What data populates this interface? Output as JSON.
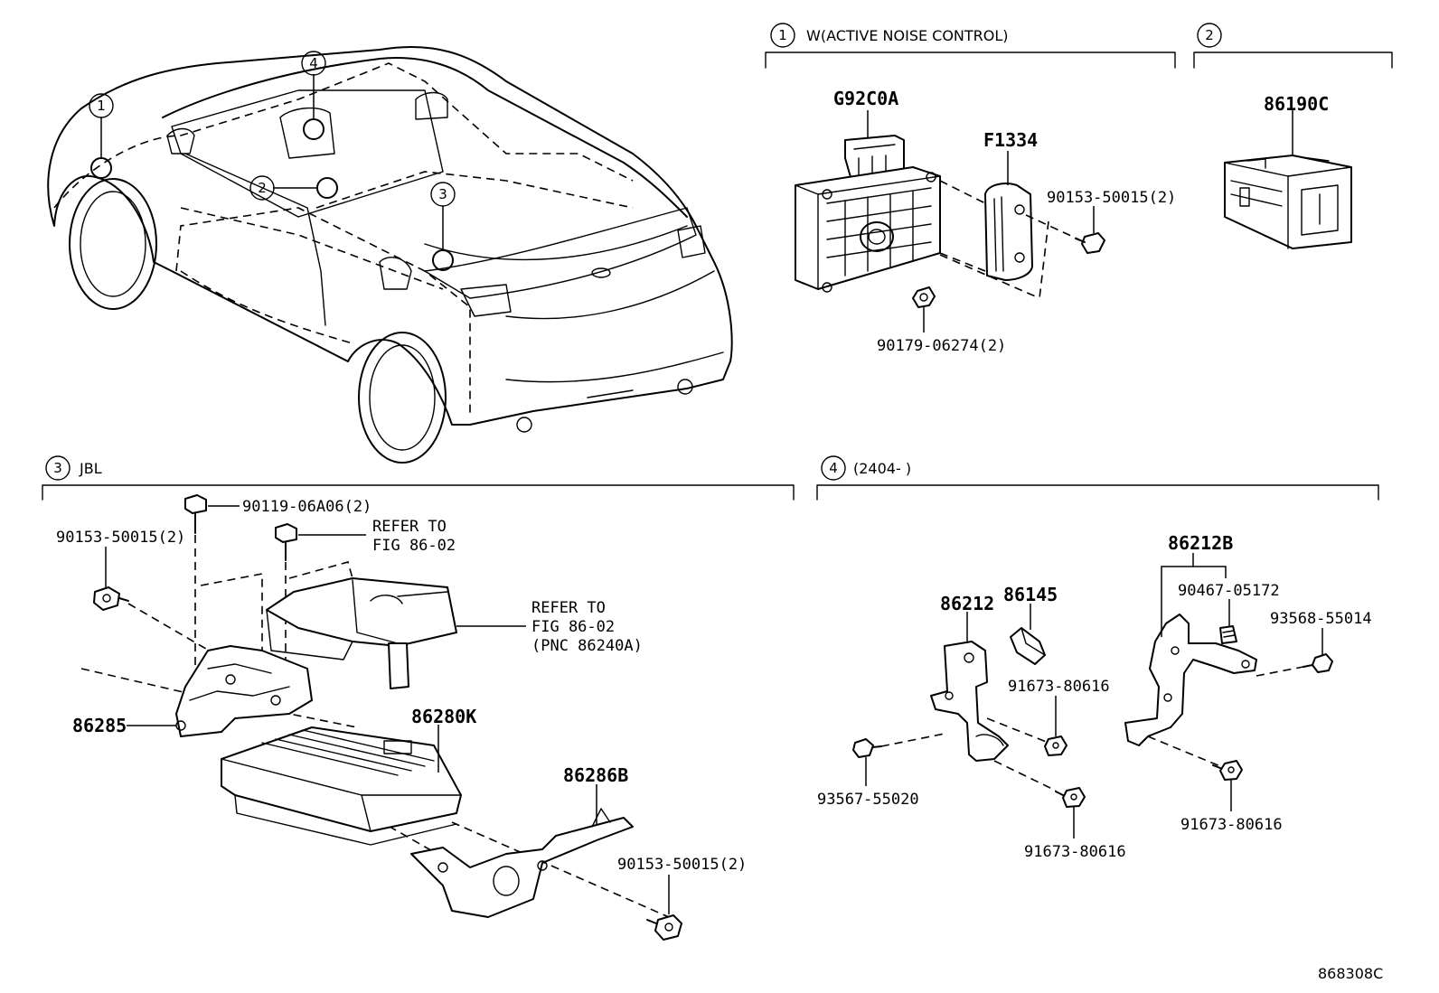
{
  "figure_id": "868308C",
  "callouts": [
    "1",
    "2",
    "3",
    "4"
  ],
  "sections": {
    "s1": {
      "num": "1",
      "label": "W(ACTIVE NOISE CONTROL)"
    },
    "s2": {
      "num": "2",
      "label": ""
    },
    "s3": {
      "num": "3",
      "label": "JBL"
    },
    "s4": {
      "num": "4",
      "label": "(2404-     )"
    }
  },
  "parts": {
    "p_g92c0a": "G92C0A",
    "p_f1334": "F1334",
    "p_9015350015_a": "90153-50015(2)",
    "p_9017906274": "90179-06274(2)",
    "p_86190c": "86190C",
    "p_9011906a06": "90119-06A06(2)",
    "p_9015350015_b": "90153-50015(2)",
    "p_86285": "86285",
    "p_86280k": "86280K",
    "p_86286b": "86286B",
    "p_9015350015_c": "90153-50015(2)",
    "p_86212": "86212",
    "p_86145": "86145",
    "p_9167380616_a": "91673-80616",
    "p_9356755020": "93567-55020",
    "p_9167380616_b": "91673-80616",
    "p_86212b": "86212B",
    "p_9046705172": "90467-05172",
    "p_9356855014": "93568-55014",
    "p_9167380616_c": "91673-80616"
  },
  "refs": {
    "r1_line1": "REFER TO",
    "r1_line2": "FIG 86-02",
    "r2_line1": "REFER TO",
    "r2_line2": "FIG 86-02",
    "r2_line3": "(PNC 86240A)"
  }
}
